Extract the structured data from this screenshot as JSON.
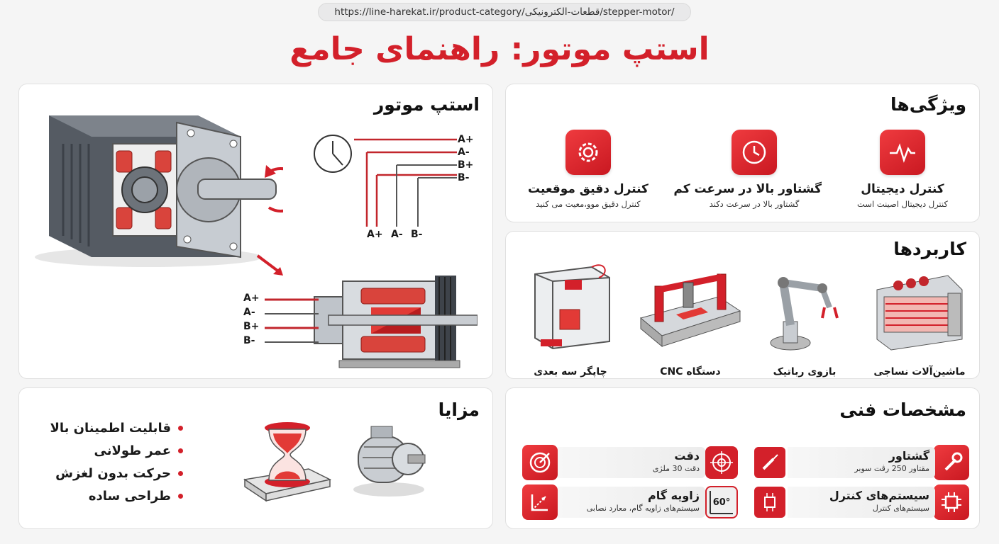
{
  "url": "https://line-harekat.ir/product-category/قطعات-الکترونیکی/stepper-motor/",
  "title": "استپ موتور: راهنمای جامع",
  "motor_panel": {
    "title": "استپ موتور",
    "wires_top": [
      "A+",
      "A-",
      "B+",
      "B-"
    ],
    "wires_bottom": [
      "A+",
      "A-",
      "B-"
    ],
    "wires_side": [
      "A+",
      "A-",
      "B+",
      "B-"
    ]
  },
  "features": {
    "title": "ویژگی‌ها",
    "items": [
      {
        "title": "کنترل دیجیتال",
        "sub": "کنترل دیجیتال اصینت است",
        "icon": "heartbeat-icon"
      },
      {
        "title": "گشتاور بالا در سرعت کم",
        "sub": "گشتاور بالا در سرعت دکند",
        "icon": "clock-icon"
      },
      {
        "title": "کنترل دقیق موقعیت",
        "sub": "کنترل دقیق موو،معیت می کنید",
        "icon": "gear-icon"
      }
    ]
  },
  "applications": {
    "title": "کاربردها",
    "items": [
      {
        "label": "ماشین‌آلات نساجی",
        "icon": "textile-machine-icon"
      },
      {
        "label": "بازوی رباتیک",
        "icon": "robot-arm-icon"
      },
      {
        "label": "دستگاه CNC",
        "icon": "cnc-machine-icon"
      },
      {
        "label": "چاپگر سه بعدی",
        "icon": "3d-printer-icon"
      }
    ]
  },
  "advantages": {
    "title": "مزایا",
    "items": [
      "قابلیت اطمینان بالا",
      "عمر طولانی",
      "حرکت بدون لغزش",
      "طراحی ساده"
    ]
  },
  "specs": {
    "title": "مشخصات فنی",
    "items": [
      {
        "title": "گشتاور",
        "sub": "مقتاور 250 رڤت سوبر",
        "icon": "wrench-icon",
        "deco": "screwdriver-icon"
      },
      {
        "title": "دقت",
        "sub": "دقت 30 ملژی",
        "icon": "crosshair-icon",
        "deco": "target-icon"
      },
      {
        "title": "سیستم‌های کنترل",
        "sub": "سیستم‌های کنترل",
        "icon": "chip-icon",
        "deco": "circuit-icon"
      },
      {
        "title": "زاویه گام",
        "sub": "سیستم‌های زاویه گام، معارد نصابی",
        "icon": "angle-icon",
        "deco": "60-degree-icon",
        "deco_text": "60°"
      }
    ]
  },
  "colors": {
    "accent": "#d3202a",
    "panel_bg": "#ffffff",
    "page_bg": "#f5f5f5"
  }
}
